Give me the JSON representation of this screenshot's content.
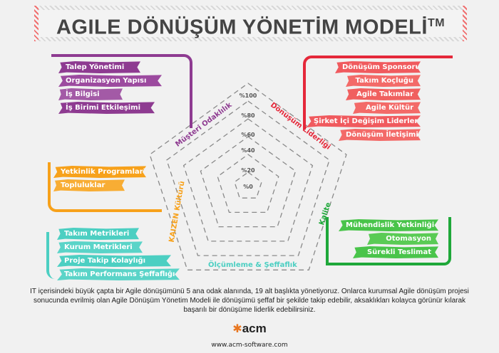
{
  "title": {
    "text": "AGILE DÖNÜŞÜM YÖNETİM MODELİ",
    "trademark": "TM"
  },
  "colors": {
    "purple": "#8e3b91",
    "red": "#f0505a",
    "orange": "#f7a11a",
    "teal": "#4ccfc2",
    "green": "#49c44a",
    "green_line": "#1fa83a",
    "red_line": "#e5283a"
  },
  "groups": {
    "musteri": {
      "label": "Müşteri Odaklılık",
      "items": [
        "Talep Yönetimi",
        "Organizasyon Yapısı",
        "İş Bilgisi",
        "İş Birimi Etkileşimi"
      ]
    },
    "liderlik": {
      "label": "Dönüşüm Liderliği",
      "items": [
        "Dönüşüm Sponsoru",
        "Takım Koçluğu",
        "Agile Takımlar",
        "Agile Kültür",
        "Şirket İçi Değişim Liderleri",
        "Dönüşüm İletişimi"
      ]
    },
    "kaizen": {
      "label": "KAIZEN Kültürü",
      "items": [
        "Yetkinlik Programlari",
        "Topluluklar"
      ]
    },
    "olcumleme": {
      "label": "Ölçümleme & Şeffaflık",
      "items": [
        "Takım Metrikleri",
        "Kurum Metrikleri",
        "Proje Takip Kolaylığı",
        "Takım Performans Şeffaflığı"
      ]
    },
    "kalite": {
      "label": "Kalite",
      "items": [
        "Mühendislik Yetkinliği",
        "Otomasyon",
        "Sürekli Teslimat"
      ]
    }
  },
  "scale": [
    "%0",
    "%20",
    "%40",
    "%60",
    "%80",
    "%100"
  ],
  "description": "IT içerisindeki büyük çapta bir Agile dönüşümünü 5 ana odak alanında, 19 alt başlıkta yönetiyoruz. Onlarca kurumsal Agile dönüşüm projesi sonucunda evrilmiş olan Agile Dönüşüm Yönetim Modeli ile dönüşümü şeffaf bir şekilde takip edebilir, aksaklıkları kolayca görünür kılarak başarılı bir dönüşüme liderlik edebilirsiniz.",
  "logo": {
    "text": "acm",
    "url": "www.acm-software.com"
  }
}
